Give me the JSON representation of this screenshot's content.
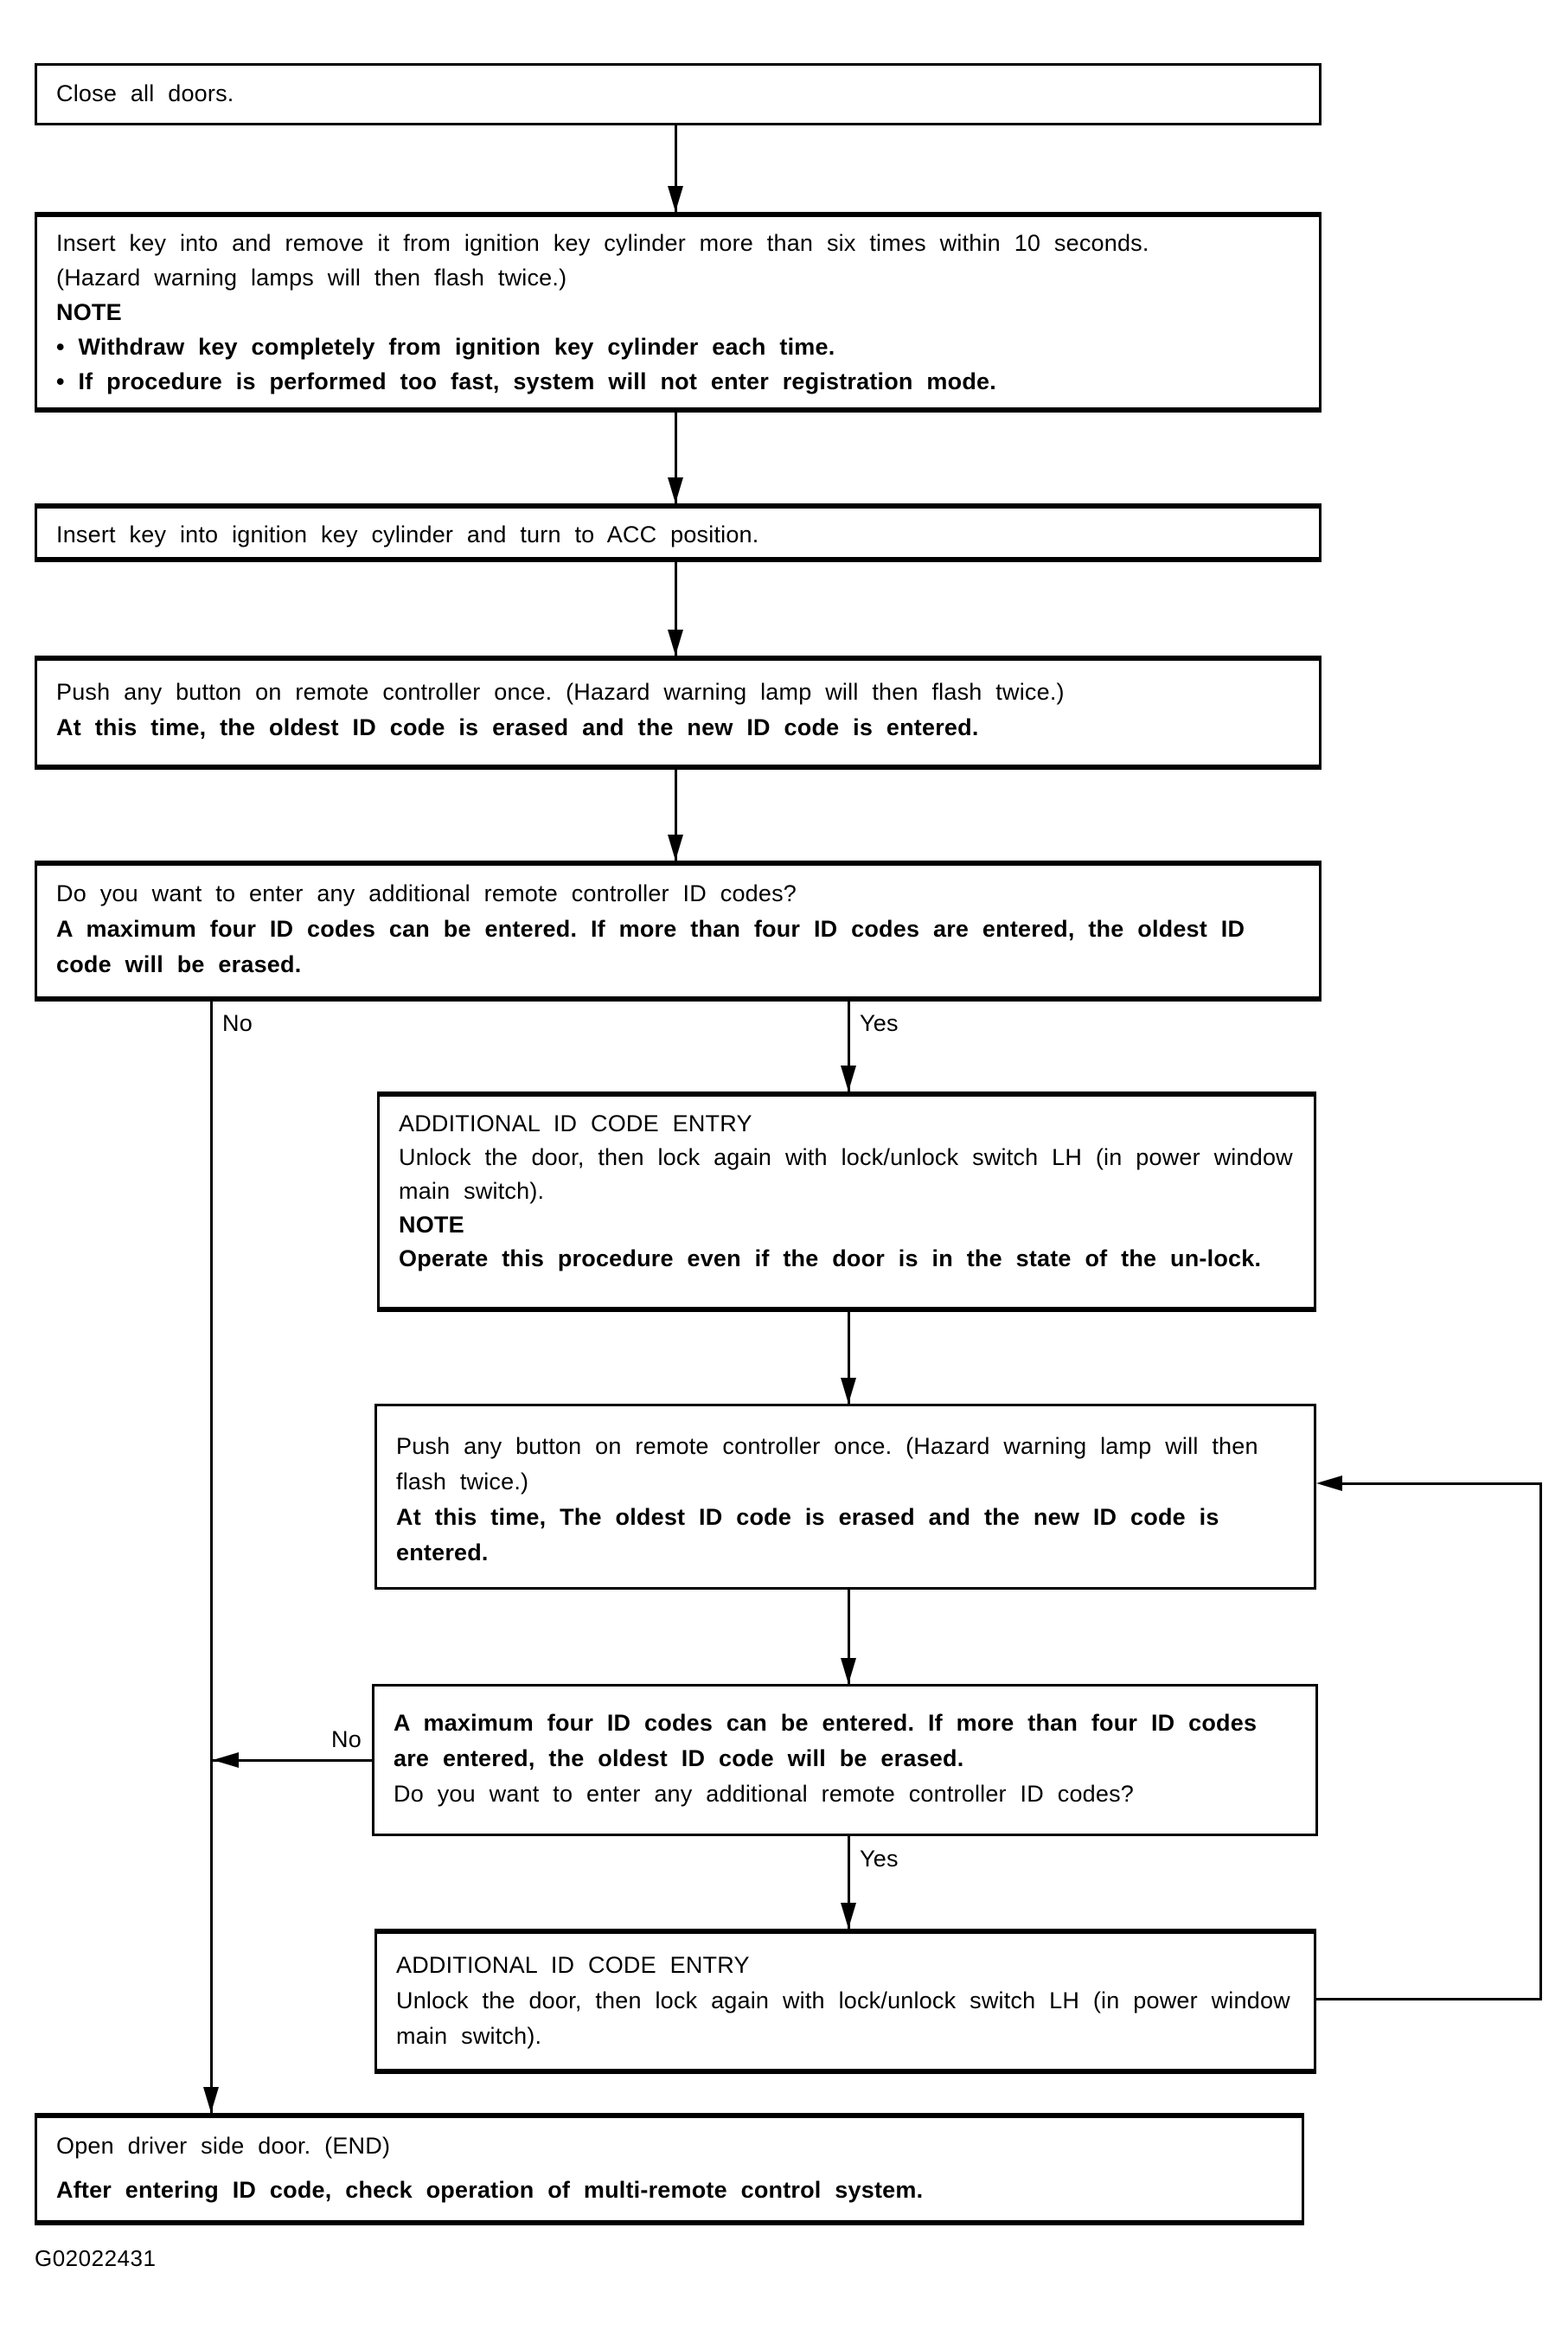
{
  "page": {
    "background": "#ffffff",
    "line_color": "#000000",
    "caption": "G02022431"
  },
  "labels": {
    "no_top": "No",
    "yes_top": "Yes",
    "no_mid": "No",
    "yes_mid": "Yes"
  },
  "nodes": [
    {
      "name": "close-doors",
      "lines": [
        {
          "text": "Close all doors."
        }
      ]
    },
    {
      "name": "insert-remove-key",
      "lines": [
        {
          "text": "Insert key into and remove it from ignition key cylinder more than six times within 10 seconds."
        },
        {
          "text": "(Hazard warning lamps will then flash twice.)"
        },
        {
          "text": "NOTE"
        },
        {
          "text": "• Withdraw key completely from ignition key cylinder each time."
        },
        {
          "text": "• If procedure is performed too fast, system will not enter registration mode."
        }
      ]
    },
    {
      "name": "turn-to-acc",
      "lines": [
        {
          "text": "Insert key into ignition key cylinder and turn to ACC position."
        }
      ]
    },
    {
      "name": "push-button-first",
      "lines": [
        {
          "text": "Push any button on remote controller once. (Hazard warning lamp will then flash twice.)"
        },
        {
          "text": "At this time, the oldest ID code is erased and the new ID code is entered."
        }
      ]
    },
    {
      "name": "additional-question-first",
      "lines": [
        {
          "text": "Do you want to enter any additional remote controller ID codes?"
        },
        {
          "text": "A maximum four ID codes can be entered. If more than four ID codes are entered, the oldest ID code will be erased."
        }
      ]
    },
    {
      "name": "additional-entry-first",
      "lines": [
        {
          "text": "ADDITIONAL ID CODE ENTRY"
        },
        {
          "text": "Unlock the door, then lock again with lock/unlock switch LH (in power window main switch)."
        },
        {
          "text": "NOTE"
        },
        {
          "text": "Operate this procedure even if the door is in the state of the un-lock."
        }
      ]
    },
    {
      "name": "push-button-repeat",
      "lines": [
        {
          "text": "Push any button on remote controller once. (Hazard warning lamp will then flash twice.)"
        },
        {
          "text": "At this time, The oldest ID code is erased and the new ID code is entered."
        }
      ]
    },
    {
      "name": "additional-question-repeat",
      "lines": [
        {
          "text": "A maximum four ID codes can be entered. If more than four ID codes are entered, the oldest ID code will be erased."
        },
        {
          "text": "Do you want to enter any additional remote controller ID codes?"
        }
      ]
    },
    {
      "name": "additional-entry-repeat",
      "lines": [
        {
          "text": "ADDITIONAL ID CODE ENTRY"
        },
        {
          "text": "Unlock the door, then lock again with lock/unlock switch LH (in power window main switch)."
        }
      ]
    },
    {
      "name": "open-door-end",
      "lines": [
        {
          "text": "Open driver side door. (END)"
        },
        {
          "text": "After entering ID code, check operation of multi-remote control system."
        }
      ]
    }
  ]
}
